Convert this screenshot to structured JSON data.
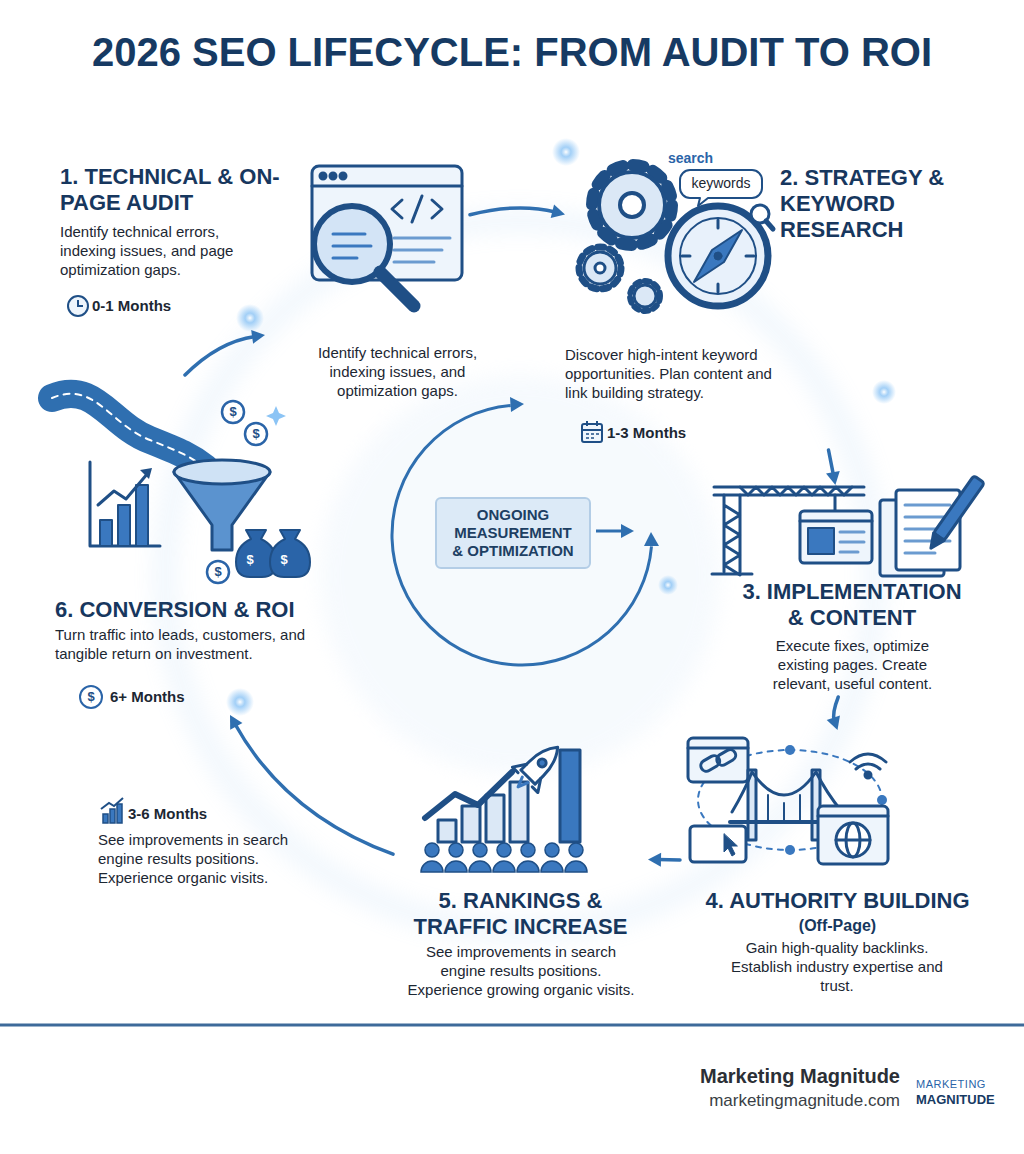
{
  "diagram": {
    "title": "2026 SEO LIFECYCLE: FROM AUDIT TO ROI",
    "nodes": [
      {
        "text": [
          "1. TECHNICAL & ON-PAGE AUDIT",
          "Identify technical errors, indexing issues, and page optimization gaps.",
          "0-1 Months"
        ]
      },
      {
        "text": [
          "2. STRATEGY & KEYWORD RESEARCH",
          "Discover high-intent keyword opportunities. Plan content and link building strategy.",
          "1-3 Months"
        ]
      },
      {
        "text": [
          "3. IMPLEMENTATION & CONTENT",
          "Execute fixes, optimize existing pages. Create relevant, useful content."
        ]
      },
      {
        "text": [
          "4. AUTHORITY BUILDING",
          "(Off-Page)",
          "Gain high-quality backlinks. Establish industry expertise and trust."
        ]
      },
      {
        "text": [
          "5. RANKINGS & TRAFFIC INCREASE",
          "See improvements in search engine results positions. Experience growing organic visits."
        ]
      },
      {
        "text": [
          "6. CONVERSION & ROI",
          "Turn traffic into leads, customers, and tangible return on investment.",
          "6+ Months"
        ]
      },
      {
        "text": [
          "ONGOING MEASUREMENT & OPTIMIZATION"
        ]
      }
    ],
    "edges": [
      {
        "from": 0,
        "to": 1,
        "arrow": "to"
      },
      {
        "from": 1,
        "to": 2,
        "arrow": "to"
      },
      {
        "from": 2,
        "to": 3,
        "arrow": "to"
      },
      {
        "from": 3,
        "to": 4,
        "arrow": "to"
      },
      {
        "from": 4,
        "to": 5,
        "arrow": "to"
      },
      {
        "from": 5,
        "to": 0,
        "arrow": "to"
      }
    ],
    "labels": [
      "search",
      "keywords",
      "Identify technical errors, indexing issues, and optimization gaps.",
      "3-6 Months",
      "See improvements in search engine results positions. Experience organic visits.",
      "$",
      "$",
      "$",
      "$",
      "$",
      "$",
      "Marketing Magnitude",
      "marketingmagnitude.com",
      "MARKETING",
      "MAGNITUDE"
    ]
  }
}
